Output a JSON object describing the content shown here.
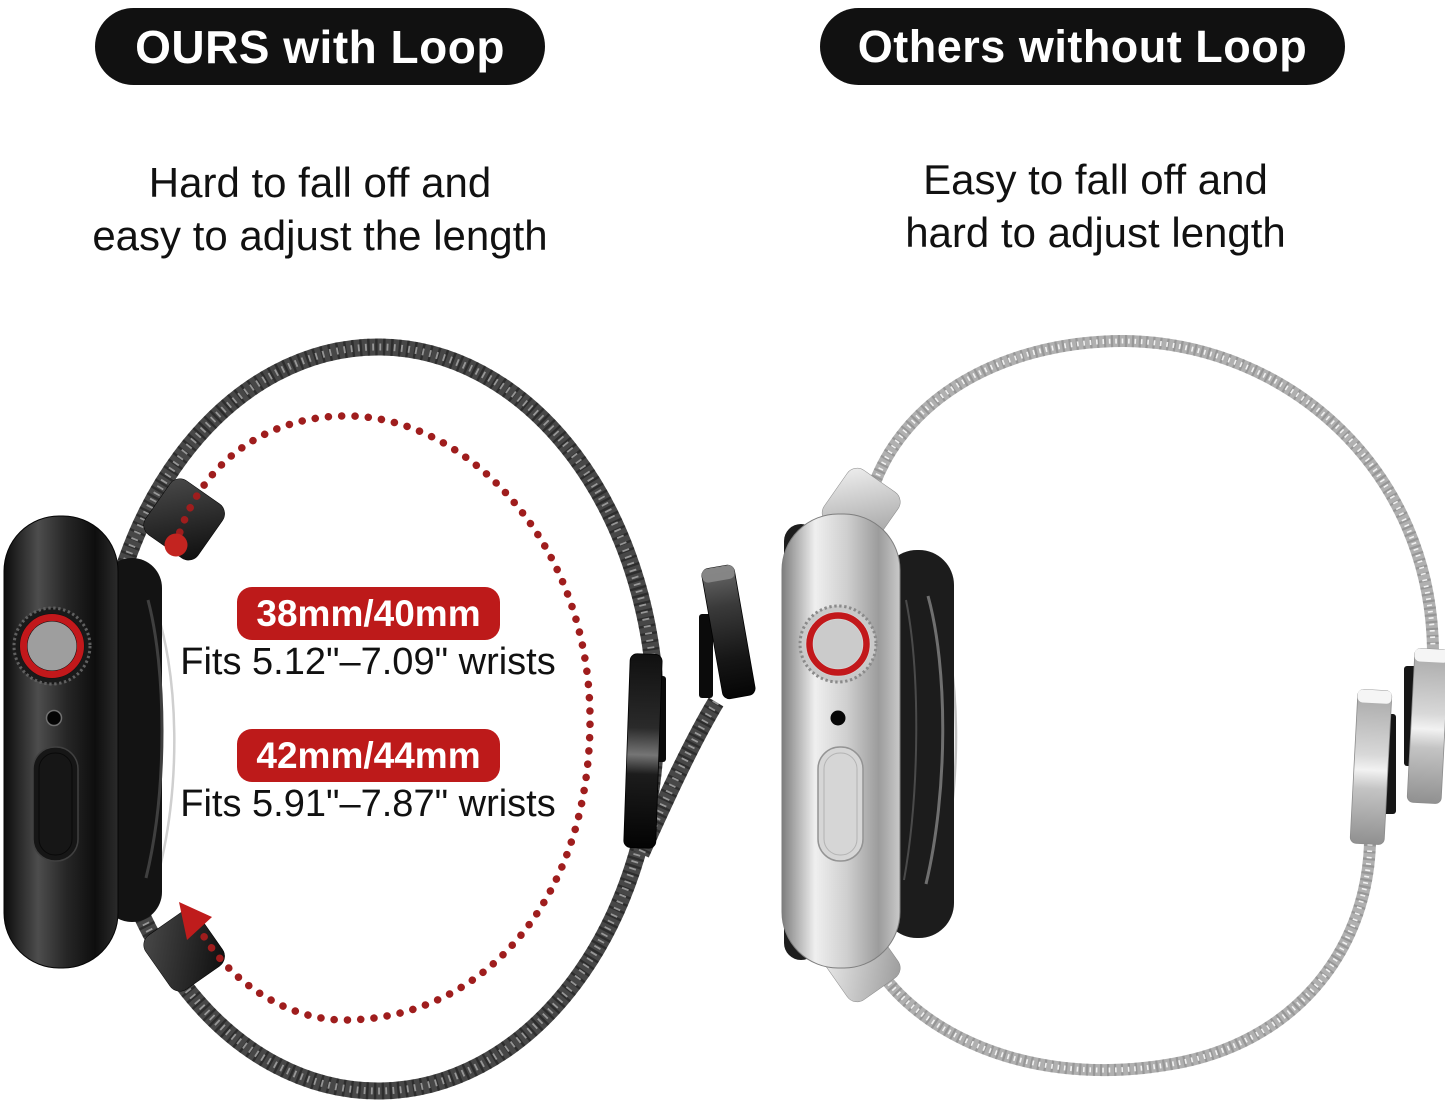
{
  "page": {
    "type": "product comparison infographic",
    "background": "#ffffff"
  },
  "left_panel": {
    "badge_label": "OURS with Loop",
    "headline_line1": "Hard to fall off and",
    "headline_line2": "easy to adjust the length",
    "watch_description": "space gray watch side view with black milanese loop band and sliding clasp",
    "rotation_annotation": "red dotted circular arrow showing band adjustment direction",
    "sizes": [
      {
        "size_label": "38mm/40mm",
        "fit_text": "Fits 5.12\"–7.09\" wrists"
      },
      {
        "size_label": "42mm/44mm",
        "fit_text": "Fits 5.91\"–7.87\" wrists"
      }
    ]
  },
  "right_panel": {
    "badge_label": "Others without Loop",
    "headline_line1": "Easy to fall off and",
    "headline_line2": "hard to adjust length",
    "watch_description": "silver watch side view with milanese band whose clasp ends are disconnected"
  },
  "colors": {
    "badge_bg": "#111111",
    "badge_text": "#ffffff",
    "size_badge_bg": "#bd1a1a",
    "size_badge_text": "#ffffff",
    "headline_text": "#111111",
    "rotation_arc_red": "#9f1d1d",
    "crown_ring_red": "#c2181b"
  }
}
